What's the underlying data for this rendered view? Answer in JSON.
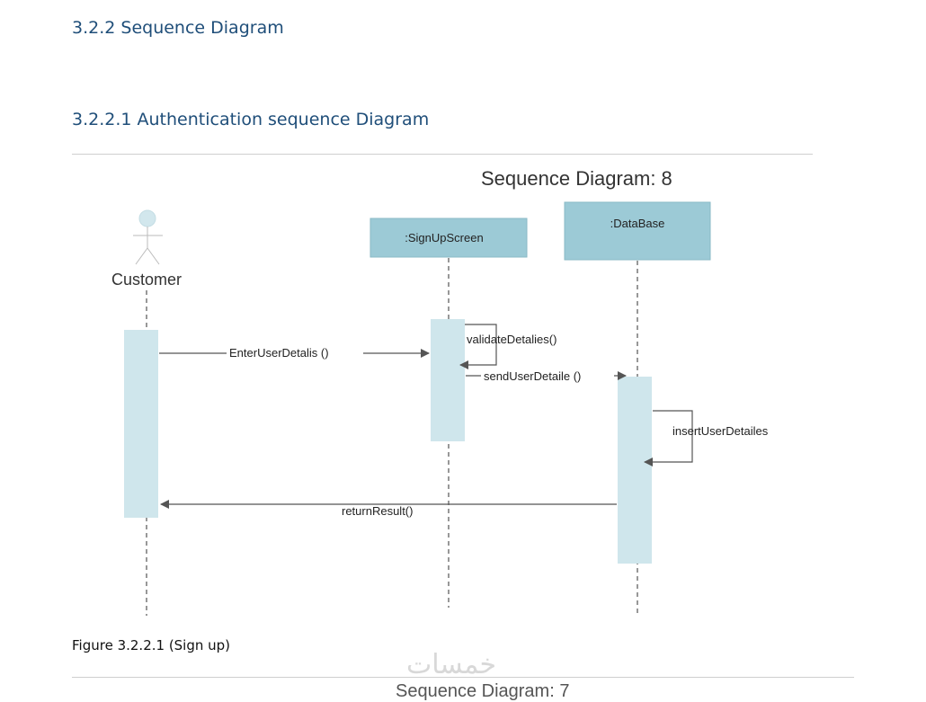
{
  "section_heading": "3.2.2 Sequence Diagram",
  "subsection_heading": "3.2.2.1 Authentication sequence Diagram",
  "diagram": {
    "title": "Sequence Diagram: 8",
    "actor": {
      "label": "Customer"
    },
    "objects": [
      {
        "label": ":SignUpScreen"
      },
      {
        "label": ":DataBase"
      }
    ],
    "messages": {
      "enter_user_details": "EnterUserDetalis ()",
      "validate_details": "validateDetalies()",
      "send_user_details": "sendUserDetaile ()",
      "insert_user_details": "insertUserDetailes",
      "return_result": "returnResult()"
    },
    "colors": {
      "object_box": "#9ccad6",
      "activation": "#cfe6ec",
      "line": "#555555",
      "heading": "#1f4e79"
    }
  },
  "caption": "Figure 3.2.2.1 (Sign up)",
  "watermark": "خمسات",
  "next_title_fragment": "Sequence Diagram: 7"
}
